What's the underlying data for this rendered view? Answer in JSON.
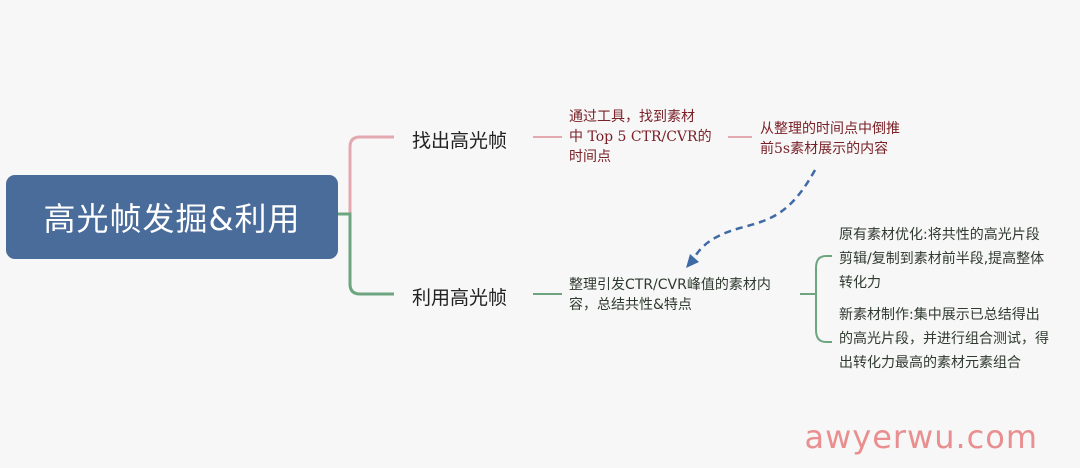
{
  "root": {
    "label": "高光帧发掘&利用"
  },
  "branches": [
    {
      "label": "找出高光帧",
      "color": "#e4a8b0",
      "detail_lines": [
        "通过工具，找到素材",
        "中 Top 5 CTR/CVR的",
        "时间点"
      ],
      "sub_lines": [
        "从整理的时间点中倒推",
        "前5s素材展示的内容"
      ]
    },
    {
      "label": "利用高光帧",
      "color": "#6ea581",
      "detail_lines": [
        "整理引发CTR/CVR峰值的素材内",
        "容，总结共性&特点"
      ],
      "sub_a_lines": [
        "原有素材优化:将共性的高光片段",
        "剪辑/复制到素材前半段,提高整体",
        "转化力"
      ],
      "sub_b_lines": [
        "新素材制作:集中展示已总结得出",
        "的高光片段，并进行组合测试，得",
        "出转化力最高的素材元素组合"
      ]
    }
  ],
  "arrow_color": "#3f6aa6",
  "watermark": "awyerwu.com"
}
